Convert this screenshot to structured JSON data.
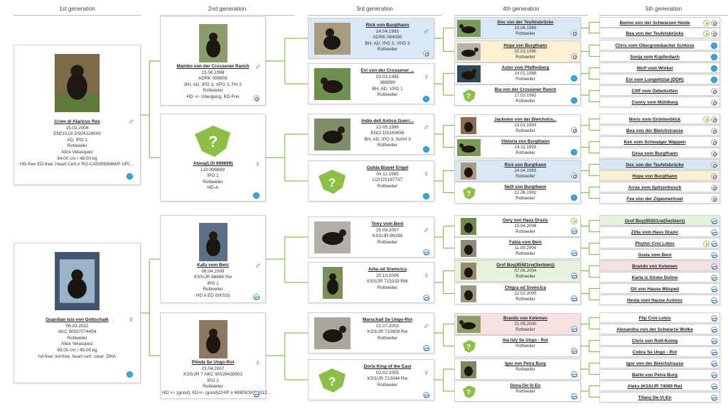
{
  "headers": [
    "1st generation",
    "2nd generation",
    "3rd generation",
    "4th generation",
    "5th generation"
  ],
  "gen1": [
    {
      "name": "Crom di Alaricus Rex",
      "sex": "♂",
      "lines": [
        "15.03.2004",
        "ENCI/LOI DS04124043",
        "AD, IPO 1",
        "Rottweiler",
        "Alice Velasquez",
        "64.00 cm / 48.00 kg",
        "HD-free ED-free; Heart Cert.# RO-CA5099/84M/P-VPI;..."
      ]
    },
    {
      "name": "Guardian Isis von Gottschalk",
      "sex": "♀",
      "lines": [
        "06.03.2011",
        "AKC WS37074404",
        "Rottweiler",
        "Alice Velasquez",
        "65.00 cm / 45.00 kg",
        "hd-free; ed-free; heart cert. clear; DNA"
      ]
    }
  ],
  "gen2": [
    {
      "name": "Mambo von der Crossener Ranch",
      "sex": "♂",
      "lines": [
        "23.06.1998",
        "ADRK 099808",
        "BH, AD, IPO 3, VPG 3, FH 2",
        "Rottweiler",
        "HD +/- Übergang, ED-Frei"
      ]
    },
    {
      "name": "Atena(LOI 999899)",
      "sex": "♀",
      "lines": [
        "LOI 999899",
        "IPO 1",
        "Rottweiler",
        "HD-A"
      ]
    },
    {
      "name": "Kafu vom Beni",
      "sex": "♂",
      "lines": [
        "06.04.2009",
        "KSS/JR 86684 Rw",
        "IPO 1",
        "Rottweiler",
        "HD A ED 0(KSS)"
      ]
    },
    {
      "name": "Plinda Se Ungo-Rot",
      "sex": "♀",
      "lines": [
        "23.04.2007",
        "KSS/JR 7 AKC WS28428903",
        "IPO 1",
        "Rottweiler",
        "HD +/- (good); ED+/- (good)CHIP # 6880500000312..."
      ]
    }
  ],
  "gen3": [
    {
      "name": "Rick von Burgthann",
      "sex": "♂",
      "lines": [
        "24.04.1993",
        "ADRK 084080",
        "BH, AD, IPO 3, VPG 3",
        "Rottweiler"
      ]
    },
    {
      "name": "Evi von der Crossener ...",
      "sex": "♀",
      "lines": [
        "03.03.1995",
        "088999",
        "BH, AD, VPG 1",
        "Rottweiler"
      ]
    },
    {
      "name": "Indio dell Antico Guerr...",
      "sex": "♂",
      "lines": [
        "12.05.1996",
        "ENCI DS169656",
        "BH, AD, IPO 3, SchH 3",
        "Rottweiler"
      ]
    },
    {
      "name": "Golda Blaver Engel",
      "sex": "♀",
      "lines": [
        "04.11.1995",
        "LOI DS187737",
        "Rottweiler"
      ]
    },
    {
      "name": "Tony vom Beni",
      "sex": "♂",
      "lines": [
        "25.09.2007",
        "KSS/JR 86198",
        "Rottweiler"
      ]
    },
    {
      "name": "Arka od Sremcica",
      "sex": "♀",
      "lines": [
        "20.10.2006",
        "KSS/JR 715333 RW",
        "Rottweiler"
      ]
    },
    {
      "name": "Marschall Se Ungo-Rot",
      "sex": "♂",
      "lines": [
        "01.07.2003",
        "KSS/JR 710809 Rw",
        "Rottweiler"
      ]
    },
    {
      "name": "Doris King of the East",
      "sex": "♀",
      "lines": [
        "02.02.2005",
        "KSS/JR 713044 Rw",
        "Rottweiler"
      ]
    }
  ],
  "gen4": [
    {
      "name": "Doc von der Teufelsbrücke",
      "lines": [
        "10.06.1989",
        "Rottweiler"
      ]
    },
    {
      "name": "Hope von Burgthann",
      "lines": [
        "02.03.1990",
        "Rottweiler"
      ]
    },
    {
      "name": "Astor vom Pfaffenberg",
      "lines": [
        "14.01.1986",
        "Rottweiler"
      ]
    },
    {
      "name": "Bia von der Crossener Ranch",
      "lines": [
        "17.02.1992",
        "Rottweiler"
      ]
    },
    {
      "name": "Jackomo von der Bleichstra...",
      "lines": [
        "13.01.1993",
        "Rottweiler"
      ]
    },
    {
      "name": "Viktoria von Burgthann",
      "lines": [
        "14.11.1993",
        "Rottweiler"
      ]
    },
    {
      "name": "Rick von Burgthann",
      "lines": [
        "24.04.1993",
        "Rottweiler"
      ]
    },
    {
      "name": "Neill von Burgthann",
      "lines": [
        "12.06.1992",
        "Rottweiler"
      ]
    },
    {
      "name": "Gery von Haus Drazic",
      "lines": [
        "15.04.2006",
        "Rottweiler"
      ]
    },
    {
      "name": "Fabia vom Beni",
      "lines": [
        "11.09.2004",
        "Rottweiler"
      ]
    },
    {
      "name": "Grof Boy(85501rw(Serbien))",
      "lines": [
        "07.06.2004",
        "Rottweiler"
      ]
    },
    {
      "name": "Chigra od Sremcica",
      "lines": [
        "22.02.2005",
        "Rottweiler"
      ]
    },
    {
      "name": "Brando von Kelemen",
      "lines": [
        "21.05.2000",
        "Rottweiler"
      ]
    },
    {
      "name": "Ina Isly Se Ungo - Rot",
      "lines": [
        "Rottweiler"
      ]
    },
    {
      "name": "Igor von Petra Burg",
      "lines": [
        "Rottweiler"
      ]
    },
    {
      "name": "Dona De-Vi-En",
      "lines": [
        "Rottweiler"
      ]
    }
  ],
  "gen5": [
    "Benno von der Schwarzen Heide",
    "Bea von der Teufelsbrücke",
    "Chris vom Obergrombacher Schloss",
    "Sonja vom Kupferdach",
    "Wolf vom Winkel",
    "Evi vom Lungwitztal (DDR)",
    "Cliff vom Oeterkotten",
    "Conny vom Mühlberg",
    "Noris vom Grüntenblick",
    "Bea von der Bleichstrasse",
    "Ken vom Schwaiger Wappen",
    "Gesa vom Burgthann",
    "Doc von der Teufelsbrücke",
    "Hope von Burgthann",
    "Arras vom Spitzenbusch",
    "Fee von der Zigeunerinsel",
    "Grof Boy(85501rw(Serbien))",
    "Zitta vom Haus Drazic",
    "Phyton Crni Lotos",
    "Greta vom Beni",
    "Brando von Kelemen",
    "Karla iz Stiske Doline",
    "Gil von Hause Milsped",
    "Hesta vom Hause Acimov",
    "Flip Crni Lotos",
    "Alexandra von der Schwarze Wolke",
    "Chris von Rott-Konig",
    "Cobra Se Ungo - Rot",
    "Igor von der Bleichstrasse",
    "Barbi von Petra Burg",
    "Aleks (KSS/JR 74089 Rw)",
    "Tifany De-Vi-En"
  ],
  "colors": {
    "line": "#8cbf4a",
    "male": "#1f7fc0",
    "female": "#c22fb0",
    "blue": "#d9e7f7",
    "yellow": "#fbf1d2",
    "green": "#e6f4de",
    "pink": "#f8e1e1"
  }
}
